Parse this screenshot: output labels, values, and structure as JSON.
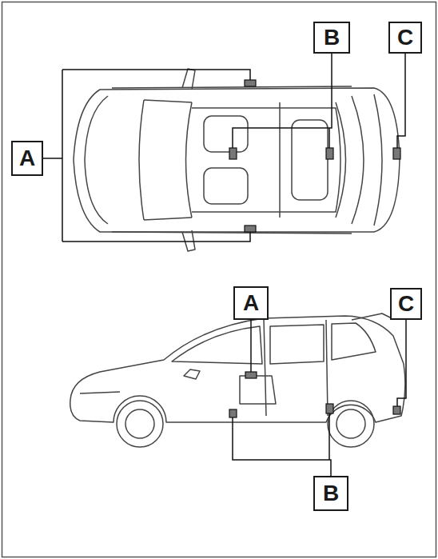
{
  "diagram": {
    "nodes": [
      {
        "text": [
          "B"
        ]
      },
      {
        "text": [
          "C"
        ]
      },
      {
        "text": [
          "A"
        ]
      },
      {
        "text": [
          "A"
        ]
      },
      {
        "text": [
          "C"
        ]
      },
      {
        "text": [
          "B"
        ]
      }
    ]
  }
}
